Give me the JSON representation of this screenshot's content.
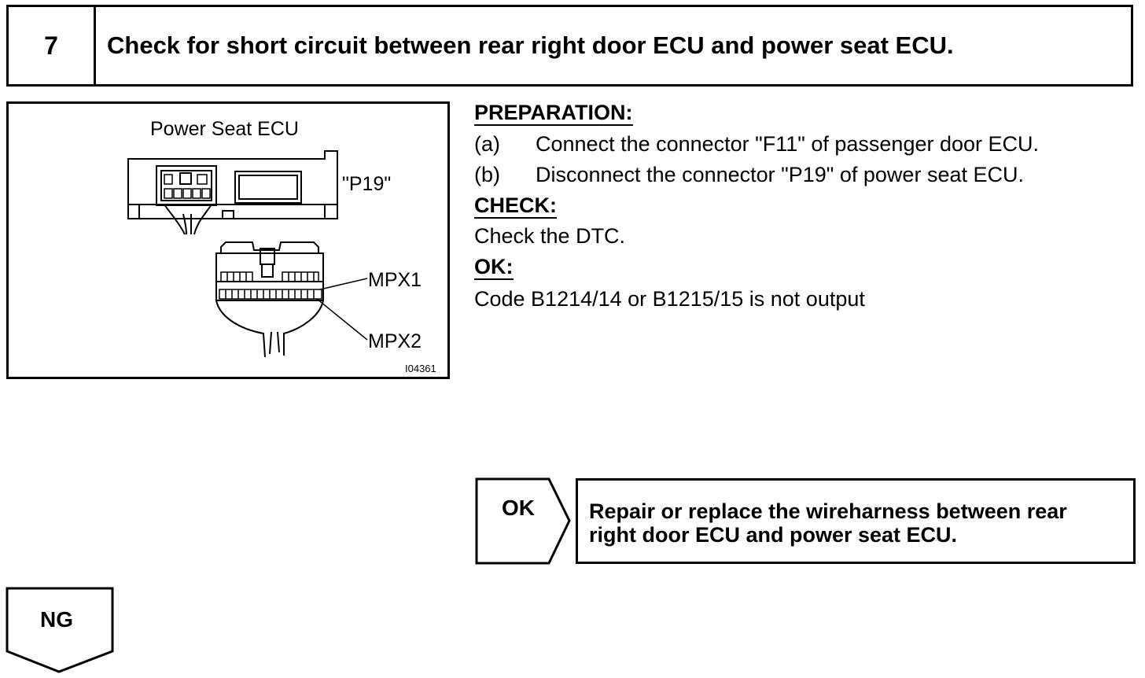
{
  "header": {
    "step_number": "7",
    "title": "Check for short circuit between rear right door ECU and power seat ECU."
  },
  "illustration": {
    "component_label": "Power Seat ECU",
    "connector_label": "\"P19\"",
    "terminal_1": "MPX1",
    "terminal_2": "MPX2",
    "figure_id": "I04361"
  },
  "preparation": {
    "heading": "PREPARATION:",
    "steps": [
      {
        "label": "(a)",
        "text": "Connect the connector \"F11\" of passenger door ECU."
      },
      {
        "label": "(b)",
        "text": "Disconnect the connector \"P19\" of power seat ECU."
      }
    ]
  },
  "check": {
    "heading": "CHECK:",
    "text": "Check the DTC."
  },
  "ok": {
    "heading": "OK:",
    "text": "Code B1214/14 or B1215/15 is not output"
  },
  "results": {
    "ok_tag": "OK",
    "ok_action_line1": "Repair or replace the wireharness between rear",
    "ok_action_line2": "right door ECU and power seat ECU.",
    "ng_tag": "NG"
  }
}
